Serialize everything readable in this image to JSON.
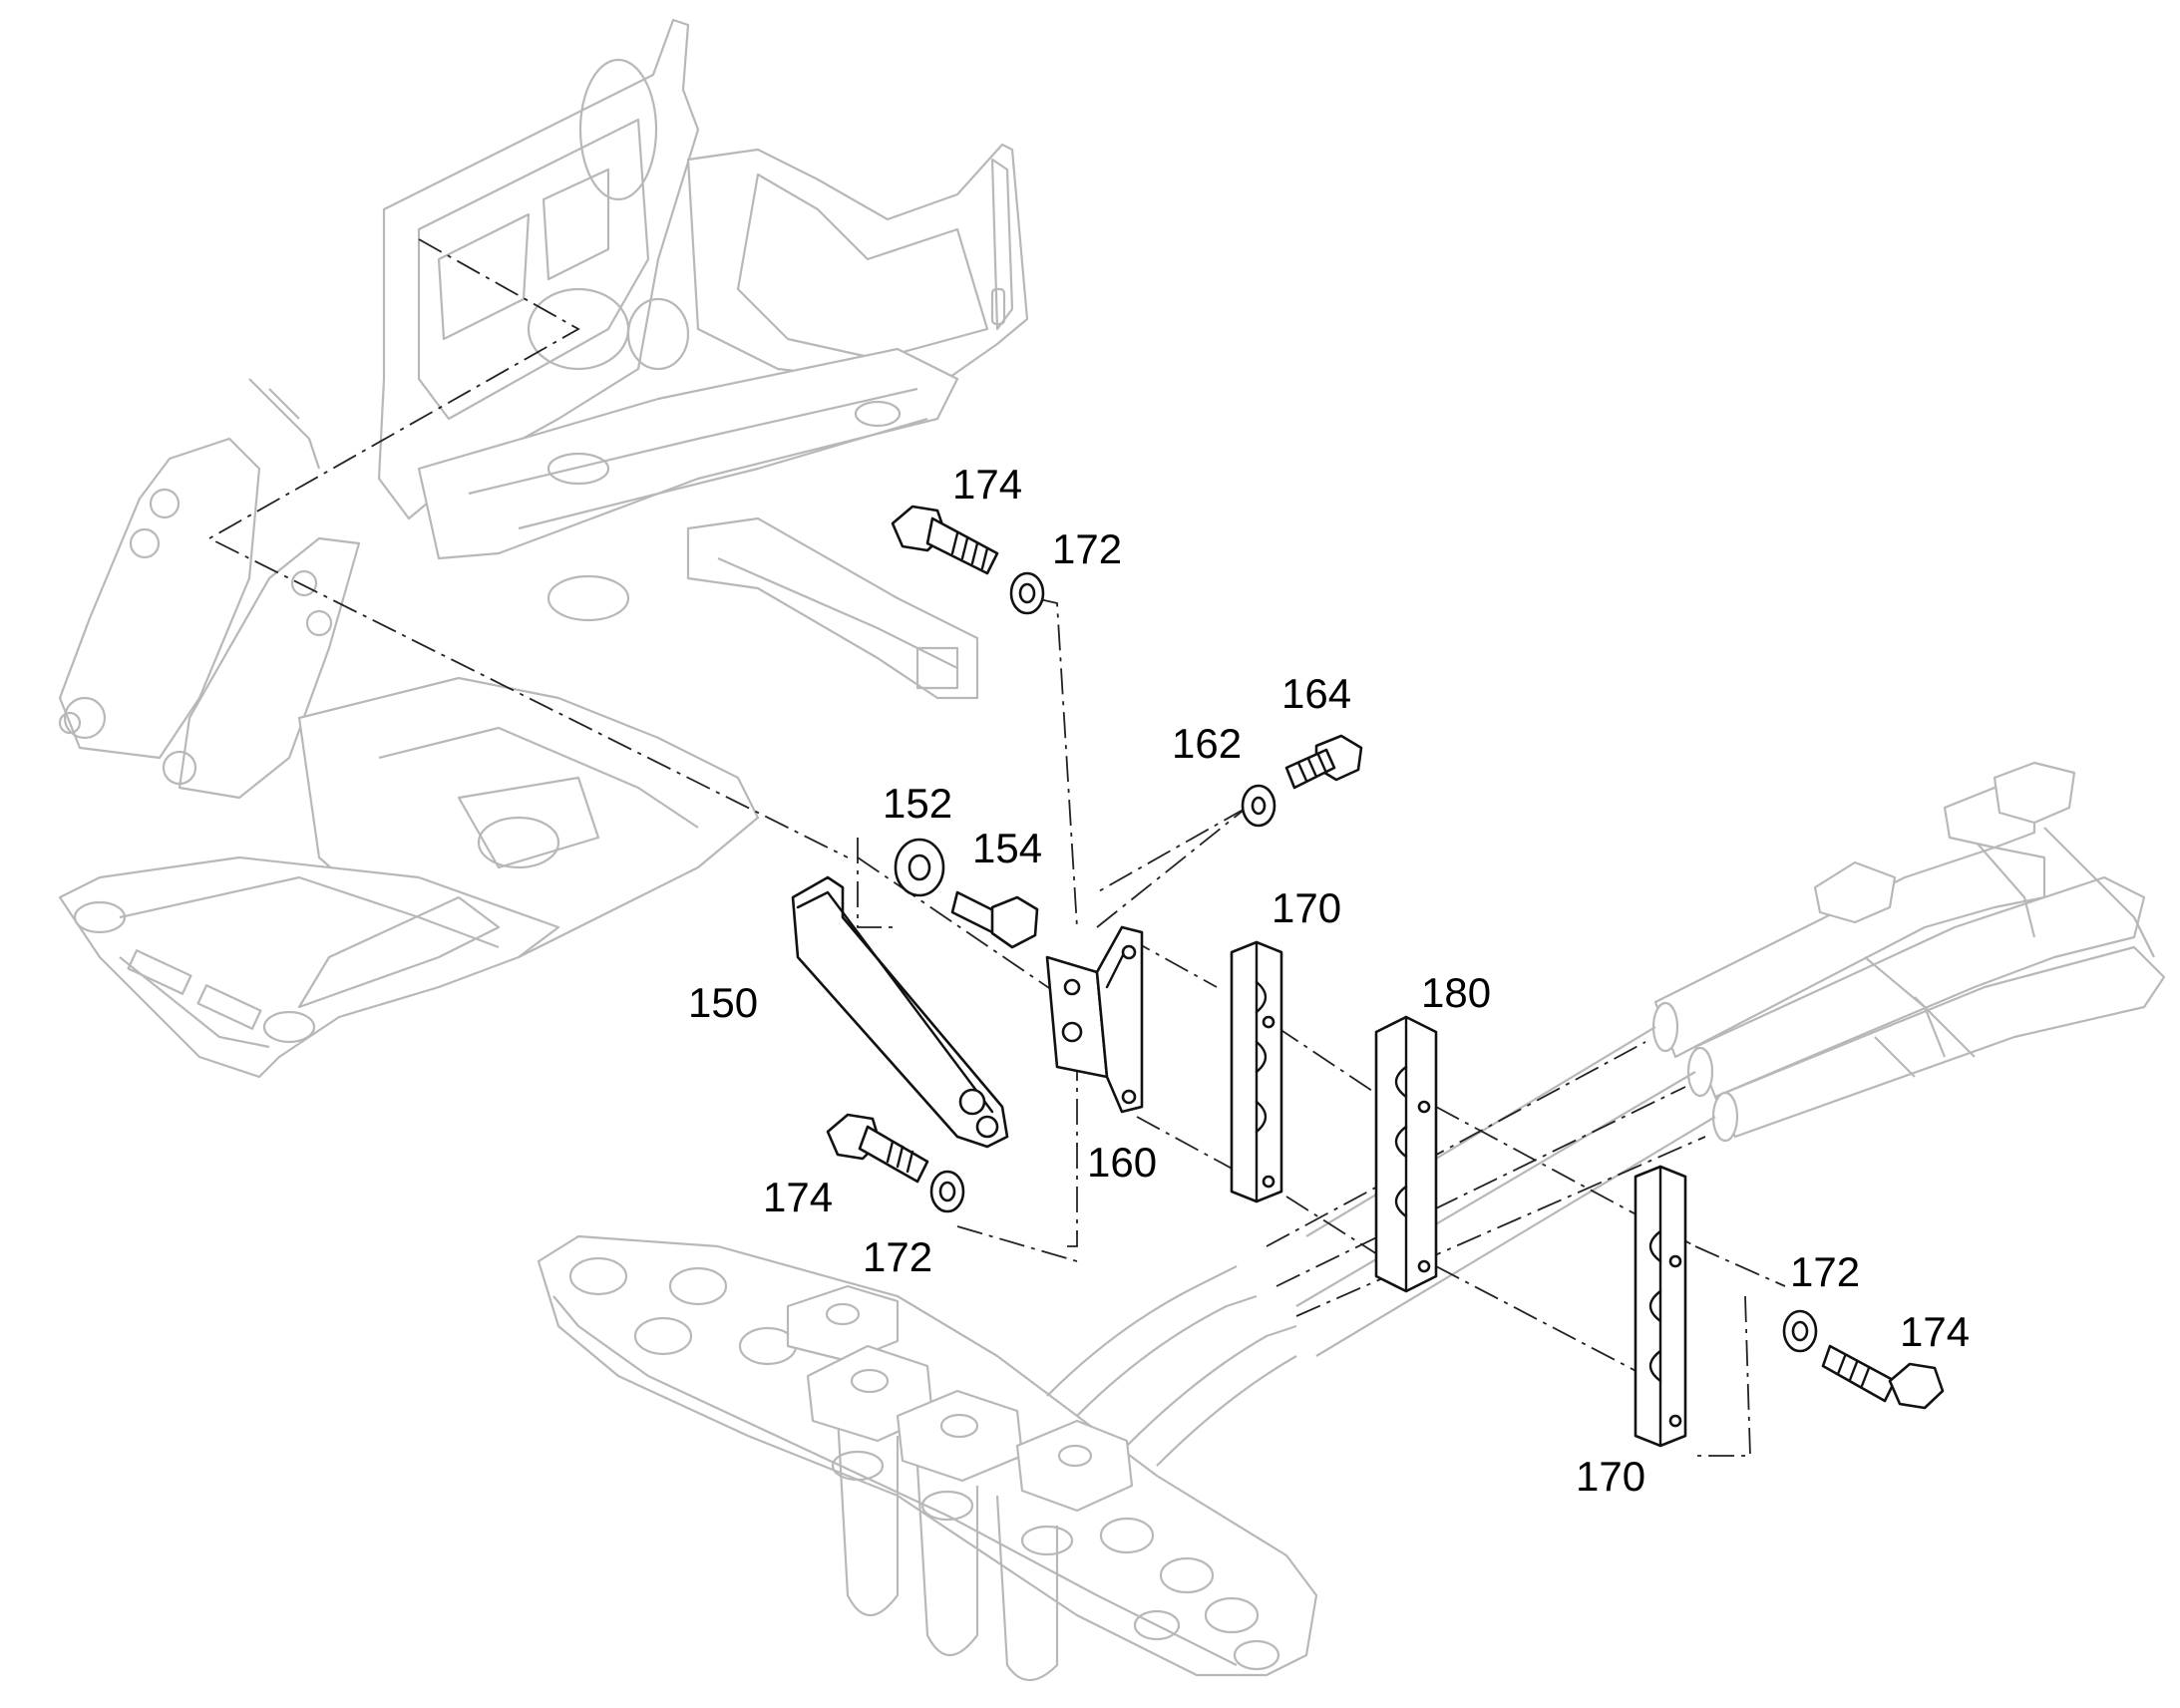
{
  "labels": {
    "l174a": "174",
    "l172a": "172",
    "l164": "164",
    "l162": "162",
    "l152": "152",
    "l154": "154",
    "l150": "150",
    "l170a": "170",
    "l180": "180",
    "l160": "160",
    "l174b": "174",
    "l172b": "172",
    "l172c": "172",
    "l174c": "174",
    "l170b": "170"
  }
}
